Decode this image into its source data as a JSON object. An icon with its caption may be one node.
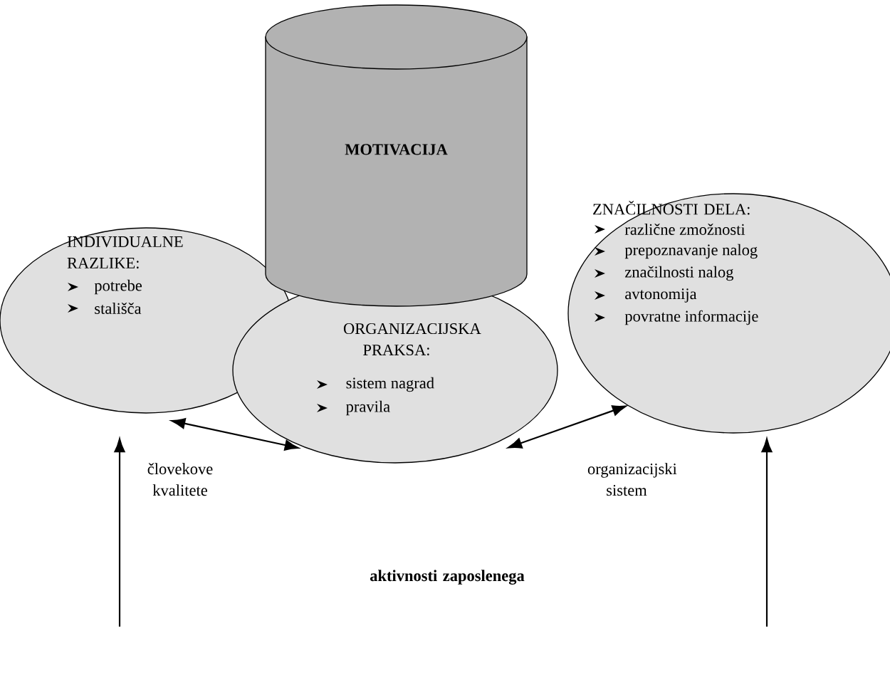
{
  "diagram": {
    "nodes": [
      {
        "text": [
          "MOTIVACIJA"
        ]
      },
      {
        "text": [
          "INDIVIDUALNE RAZLIKE:",
          "potrebe",
          "stališča"
        ]
      },
      {
        "text": [
          "ORGANIZACIJSKA PRAKSA:",
          "sistem nagrad",
          "pravila"
        ]
      },
      {
        "text": [
          "ZNAČILNOSTI DELA:",
          "različne zmožnosti",
          "prepoznavanje nalog",
          "značilnosti nalog",
          "avtonomija",
          "povratne informacije"
        ]
      }
    ],
    "edges": [
      {
        "from": 1,
        "to": 2,
        "arrow": "both"
      },
      {
        "from": 2,
        "to": 3,
        "arrow": "both"
      },
      {
        "from": null,
        "to": 1,
        "arrow": "to"
      },
      {
        "from": null,
        "to": 3,
        "arrow": "to"
      }
    ],
    "labels": [
      "človekove kvalitete",
      "organizacijski sistem",
      "aktivnosti zaposlenega"
    ]
  }
}
